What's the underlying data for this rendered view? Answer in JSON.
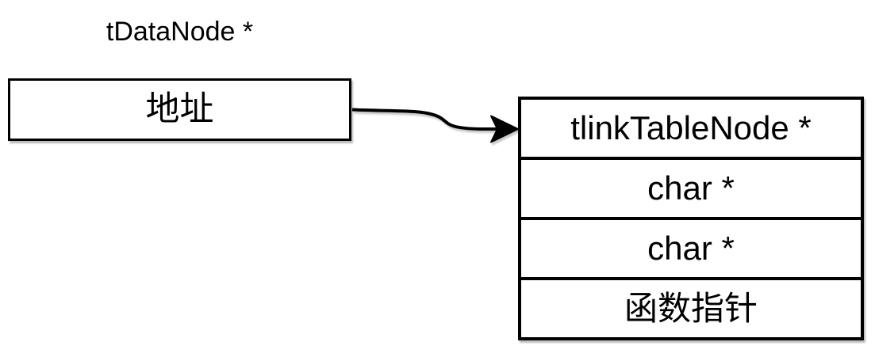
{
  "diagram": {
    "pointer_label": "tDataNode *",
    "address_node": {
      "label": "地址"
    },
    "struct_node": {
      "rows": [
        {
          "label": "tlinkTableNode *"
        },
        {
          "label": "char *"
        },
        {
          "label": "char *"
        },
        {
          "label": "函数指针"
        }
      ]
    },
    "colors": {
      "stroke": "#000000",
      "fill": "#ffffff",
      "text": "#000000",
      "background": "#ffffff"
    }
  }
}
